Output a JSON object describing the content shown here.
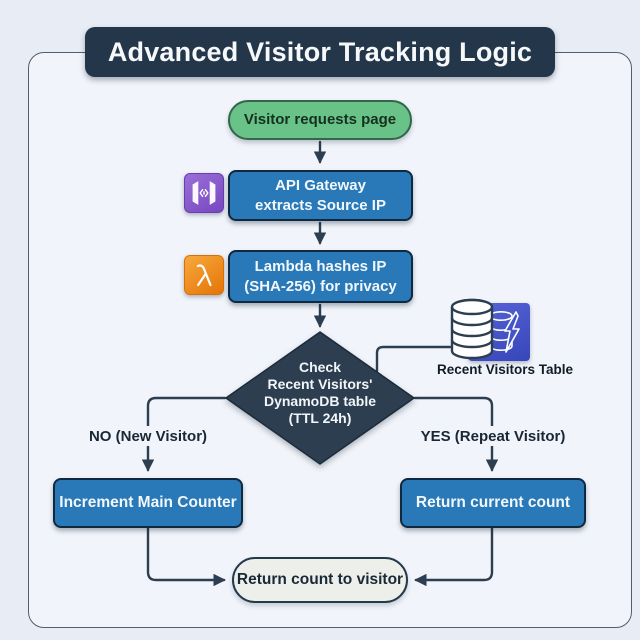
{
  "title": "Advanced Visitor Tracking Logic",
  "palette": {
    "navy": "#2c3e50",
    "process_blue": "#2979b8",
    "start_green": "#69c287",
    "lambda_orange": "#ee8212",
    "api_purple": "#8a5bd0",
    "dynamo_indigo": "#4453c8",
    "end_gray": "#edefeb",
    "page_bg": "#e8edf5",
    "panel_bg": "#f1f4fa"
  },
  "flow": {
    "start": {
      "label": "Visitor requests page"
    },
    "api_gateway": {
      "line1": "API Gateway",
      "line2": "extracts Source IP",
      "icon": "api-gateway-icon"
    },
    "lambda": {
      "line1": "Lambda hashes IP",
      "line2": "(SHA-256) for privacy",
      "icon": "lambda-icon"
    },
    "decision": {
      "line1": "Check",
      "line2": "Recent Visitors'",
      "line3": "DynamoDB table",
      "line4": "(TTL 24h)"
    },
    "dynamodb_table": {
      "label": "Recent Visitors Table",
      "icon": "dynamodb-table-icon"
    },
    "branch_no": {
      "label": "NO (New Visitor)"
    },
    "branch_yes": {
      "label": "YES (Repeat Visitor)"
    },
    "increment": {
      "label": "Increment Main Counter"
    },
    "return_current": {
      "label": "Return current count"
    },
    "end": {
      "label": "Return count to visitor"
    }
  }
}
